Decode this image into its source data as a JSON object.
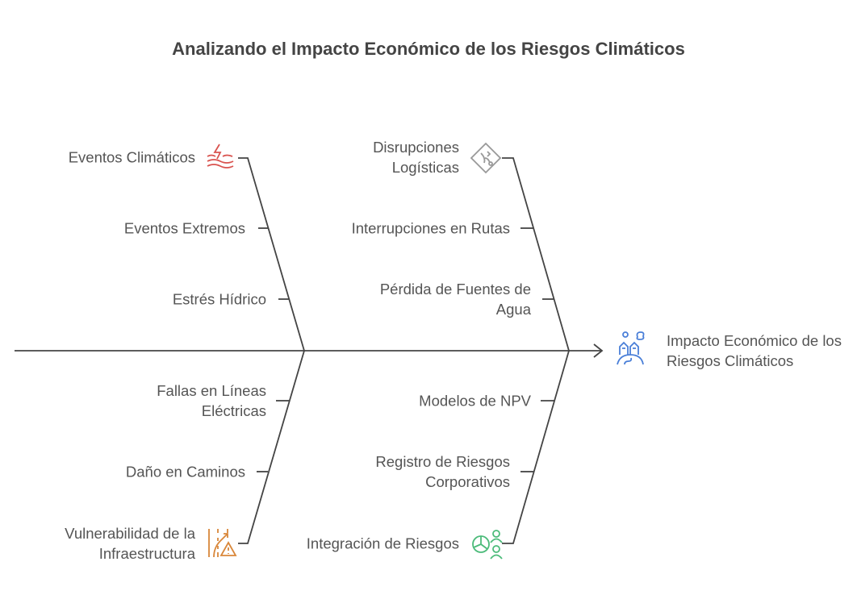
{
  "title": "Analizando el Impacto Económico de los Riesgos Climáticos",
  "effect": {
    "label": "Impacto Económico de los Riesgos Climáticos",
    "icon": "community-planet-icon",
    "color": "#4a7fd8"
  },
  "categories": [
    {
      "label": "Eventos Climáticos",
      "icon": "storm-waves-icon",
      "color": "#d9534f",
      "causes": [
        "Eventos Extremos",
        "Estrés Hídrico"
      ]
    },
    {
      "label": "Disrupciones Logísticas",
      "icon": "route-diamond-icon",
      "color": "#999999",
      "causes": [
        "Interrupciones en Rutas",
        "Pérdida de Fuentes de Agua"
      ]
    },
    {
      "label": "Vulnerabilidad de la Infraestructura",
      "icon": "road-warning-icon",
      "color": "#d9873a",
      "causes": [
        "Fallas en Líneas Eléctricas",
        "Daño en Caminos"
      ]
    },
    {
      "label": "Integración de Riesgos",
      "icon": "pie-people-icon",
      "color": "#4cbb7a",
      "causes": [
        "Modelos de NPV",
        "Registro de Riesgos Corporativos"
      ]
    }
  ]
}
